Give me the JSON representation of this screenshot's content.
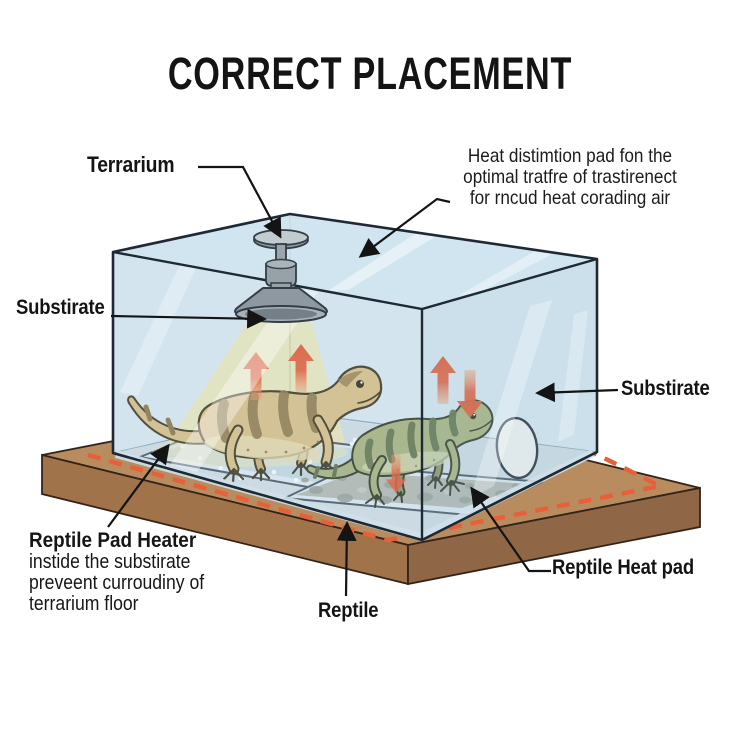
{
  "title": "CORRECT PLACEMENT",
  "labels": {
    "terrarium": "Terrarium",
    "substrate_left": "Substirate",
    "substrate_right": "Substirate",
    "reptile": "Reptile",
    "reptile_heat_pad": "Reptile Heat pad"
  },
  "annotations": {
    "heat_distribution": {
      "line1": "Heat distimtion pad fon the",
      "line2": "optimal tratfre of trastirenect",
      "line3": "for rncud heat corading air"
    },
    "pad_heater": {
      "heading": "Reptile Pad Heater",
      "line1": "instide the substirate",
      "line2": "preveent curroudiny of",
      "line3": "terrarium floor"
    }
  },
  "icons": {
    "heat_rise": "up-arrow",
    "heat_sink": "down-arrow",
    "leader": "arrowhead-line"
  },
  "colors": {
    "arrow": "#e8542a",
    "dashed_line": "#e8603a",
    "beam": "#f3e9ac",
    "glass": "#cfe4f0",
    "base_top": "#b98c5f",
    "text": "#141414"
  }
}
